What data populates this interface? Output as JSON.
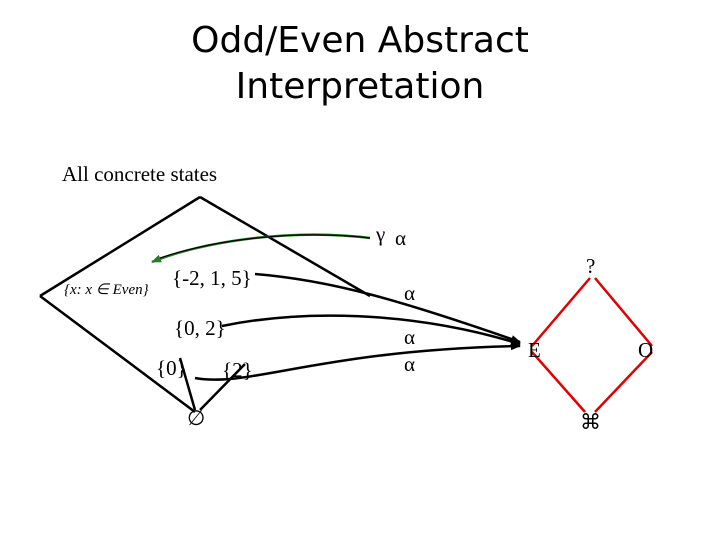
{
  "title_line1": "Odd/Even Abstract",
  "title_line2": "Interpretation",
  "concrete": {
    "all_states": "All concrete states",
    "set_comprehension": "{x: x ∈ Even}",
    "set_neg2_1_5": "{-2, 1, 5}",
    "set_0_2": "{0, 2}",
    "set_0": "{0}",
    "set_2": "{2}",
    "empty_set": "∅"
  },
  "maps": {
    "gamma": "γ",
    "alpha_top": "α",
    "alpha_1": "α",
    "alpha_2": "α",
    "alpha_3": "α"
  },
  "abstract": {
    "top": "?",
    "even": "E",
    "odd": "O",
    "bottom": "⌘"
  },
  "colors": {
    "lattice_lines": "#e00000",
    "gamma_arrow": "#2a7a2a",
    "ink": "#000000"
  }
}
